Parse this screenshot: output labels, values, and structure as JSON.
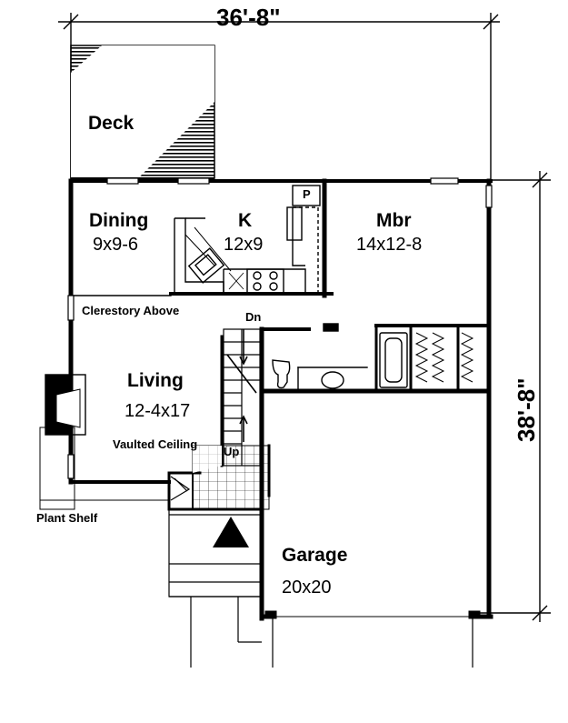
{
  "dimensions": {
    "width": "36'-8\"",
    "depth": "38'-8\""
  },
  "rooms": {
    "deck": {
      "name": "Deck"
    },
    "dining": {
      "name": "Dining",
      "size": "9x9-6"
    },
    "kitchen": {
      "name": "K",
      "size": "12x9",
      "pantry": "P"
    },
    "master": {
      "name": "Mbr",
      "size": "14x12-8"
    },
    "living": {
      "name": "Living",
      "size": "12-4x17",
      "note": "Vaulted Ceiling"
    },
    "garage": {
      "name": "Garage",
      "size": "20x20"
    }
  },
  "notes": {
    "clerestory": "Clerestory Above",
    "plant_shelf": "Plant Shelf",
    "stair_down": "Dn",
    "stair_up": "Up"
  },
  "colors": {
    "ink": "#000000",
    "paper": "#ffffff"
  }
}
